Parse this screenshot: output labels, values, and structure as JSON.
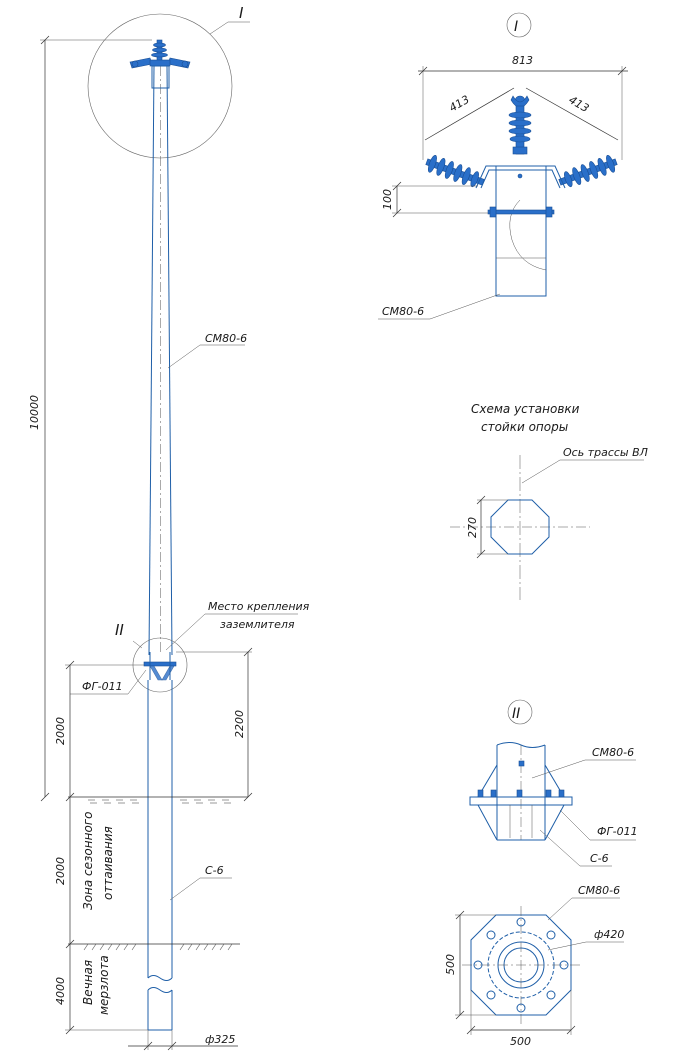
{
  "callouts": {
    "detail_1": "I",
    "detail_2": "II"
  },
  "labels": {
    "pole_main": "СМ80-6",
    "pole_detail1": "СМ80-6",
    "pole_detail2": "СМ80-6",
    "pole_plan": "СМ80-6",
    "foundation": "ФГ-011",
    "foundation_detail": "ФГ-011",
    "anchor": "С-6",
    "anchor_detail": "С-6",
    "grounding_line1": "Место крепления",
    "grounding_line2": "заземлителя",
    "seasonal_line1": "Зона сезонного",
    "seasonal_line2": "оттаивания",
    "permafrost_line1": "Вечная",
    "permafrost_line2": "мерзлота",
    "scheme_line1": "Схема установки",
    "scheme_line2": "стойки опоры",
    "route_axis": "Ось трассы ВЛ"
  },
  "dimensions": {
    "total_height": "10000",
    "upper_2000": "2000",
    "height_2200": "2200",
    "seasonal_2000": "2000",
    "permafrost_4000": "4000",
    "diameter_325": "ф325",
    "width_813": "813",
    "arm_413_left": "413",
    "arm_413_right": "413",
    "offset_100": "100",
    "octagon_270": "270",
    "plate_500_h": "500",
    "plate_500_w": "500",
    "diameter_420": "ф420"
  },
  "colors": {
    "pole": "#1f5fa8",
    "insulator": "#2a6fc9",
    "line": "#333333"
  }
}
